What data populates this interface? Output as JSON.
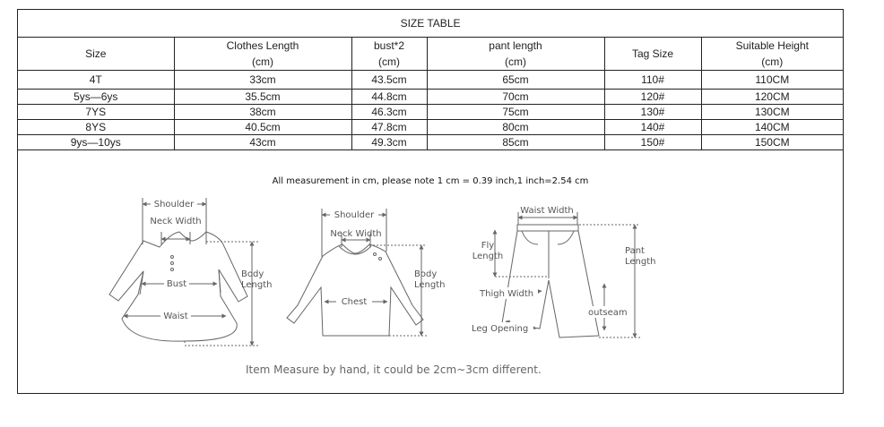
{
  "table": {
    "title": "SIZE TABLE",
    "headers": [
      {
        "line1": "Size",
        "line2": ""
      },
      {
        "line1": "Clothes Length",
        "line2": "(cm)"
      },
      {
        "line1": "bust*2",
        "line2": "(cm)"
      },
      {
        "line1": "pant length",
        "line2": "(cm)"
      },
      {
        "line1": "Tag Size",
        "line2": ""
      },
      {
        "line1": "Suitable Height",
        "line2": "(cm)"
      }
    ],
    "rows": [
      [
        "4T",
        "33cm",
        "43.5cm",
        "65cm",
        "110#",
        "110CM"
      ],
      [
        "5ys—6ys",
        "35.5cm",
        "44.8cm",
        "70cm",
        "120#",
        "120CM"
      ],
      [
        "7YS",
        "38cm",
        "46.3cm",
        "75cm",
        "130#",
        "130CM"
      ],
      [
        "8YS",
        "40.5cm",
        "47.8cm",
        "80cm",
        "140#",
        "140CM"
      ],
      [
        "9ys—10ys",
        "43cm",
        "49.3cm",
        "85cm",
        "150#",
        "150CM"
      ]
    ]
  },
  "note": "All measurement in cm, please note 1 cm = 0.39 inch,1 inch=2.54 cm",
  "dress_diagram": {
    "shoulder": "Shoulder",
    "neck_width": "Neck Width",
    "body_length_1": "Body",
    "body_length_2": "Length",
    "bust": "Bust",
    "waist": "Waist"
  },
  "shirt_diagram": {
    "shoulder": "Shoulder",
    "neck_width": "Neck Width",
    "body_length_1": "Body",
    "body_length_2": "Length",
    "chest": "Chest"
  },
  "pant_diagram": {
    "waist_width": "Waist Width",
    "fly_length_1": "Fly",
    "fly_length_2": "Length",
    "pant_length_1": "Pant",
    "pant_length_2": "Length",
    "thigh_width": "Thigh Width",
    "outseam": "outseam",
    "leg_opening": "Leg Opening"
  },
  "disclaimer": "Item Measure by hand, it could be 2cm~3cm different."
}
